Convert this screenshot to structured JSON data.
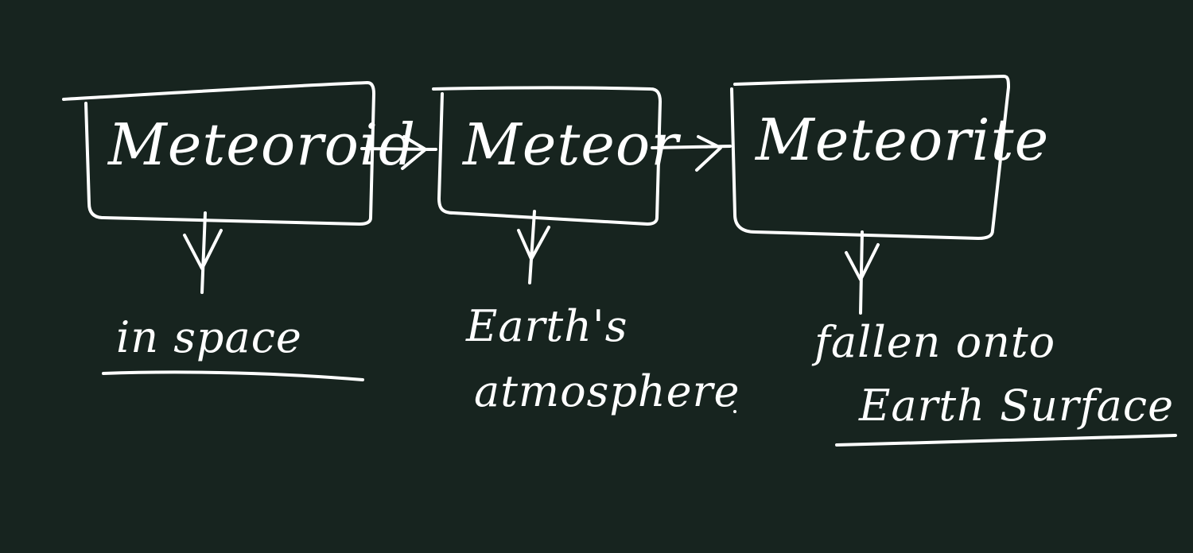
{
  "diagram": {
    "stages": [
      {
        "name": "Meteoroid",
        "note": [
          "in space"
        ]
      },
      {
        "name": "Meteor",
        "note": [
          "Earth's",
          "atmosphere"
        ]
      },
      {
        "name": "Meteorite",
        "note": [
          "fallen onto",
          "Earth Surface"
        ]
      }
    ]
  },
  "colors": {
    "board": "#17241f",
    "ink": "#ffffff"
  }
}
